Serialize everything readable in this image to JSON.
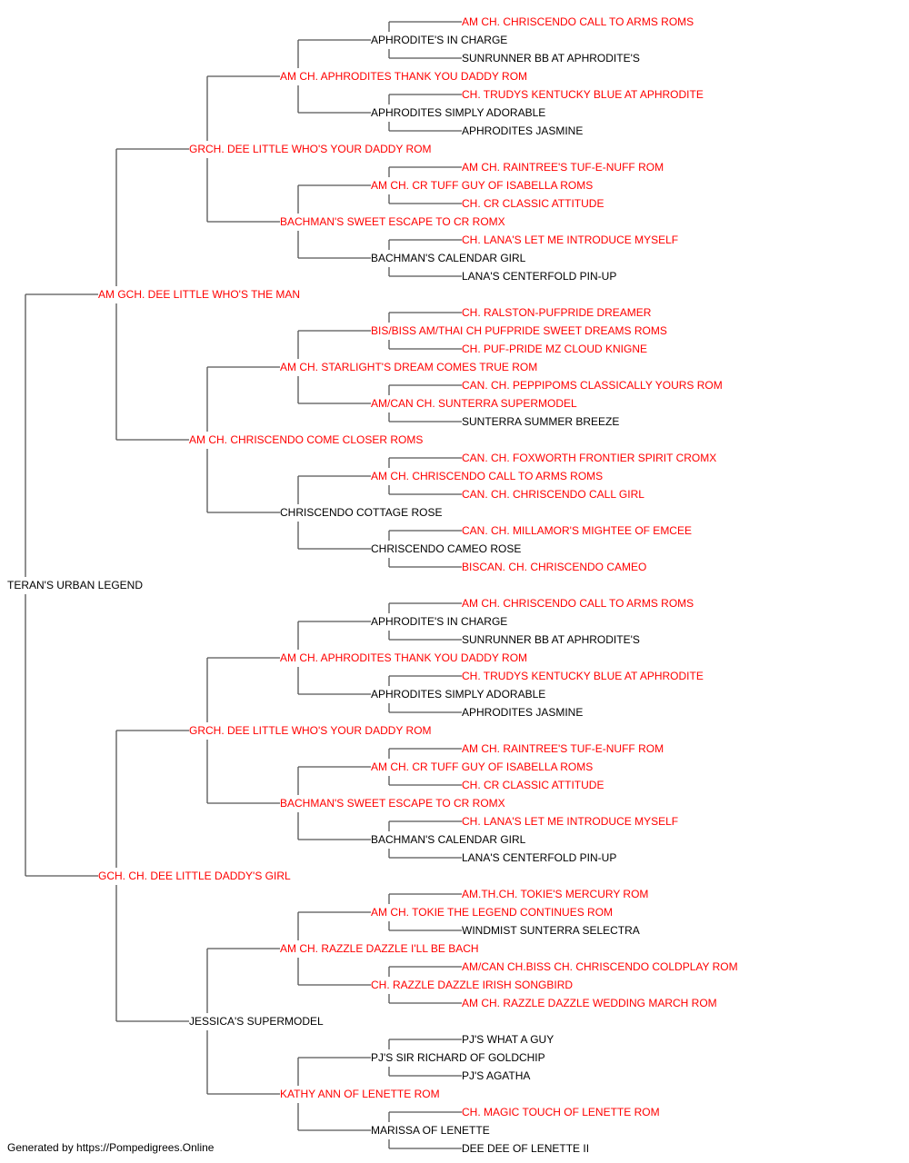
{
  "colors": {
    "champion": "#ff0000",
    "regular": "#000000",
    "line": "#555555"
  },
  "pedigree": {
    "name": "TERAN'S URBAN LEGEND",
    "champion": false,
    "sire": {
      "name": "AM GCH. DEE LITTLE WHO'S THE MAN",
      "champion": true,
      "sire": {
        "name": "GRCH. DEE LITTLE WHO'S YOUR DADDY ROM",
        "champion": true,
        "sire": {
          "name": "AM CH. APHRODITES THANK YOU DADDY ROM",
          "champion": true,
          "sire": {
            "name": "APHRODITE'S IN CHARGE",
            "champion": false,
            "sire": {
              "name": "AM CH. CHRISCENDO CALL TO ARMS ROMS",
              "champion": true
            },
            "dam": {
              "name": "SUNRUNNER BB AT APHRODITE'S",
              "champion": false
            }
          },
          "dam": {
            "name": "APHRODITES SIMPLY ADORABLE",
            "champion": false,
            "sire": {
              "name": "CH. TRUDYS KENTUCKY BLUE AT APHRODITE",
              "champion": true
            },
            "dam": {
              "name": "APHRODITES JASMINE",
              "champion": false
            }
          }
        },
        "dam": {
          "name": "BACHMAN'S SWEET ESCAPE TO CR ROMX",
          "champion": true,
          "sire": {
            "name": "AM CH. CR TUFF GUY OF ISABELLA ROMS",
            "champion": true,
            "sire": {
              "name": "AM CH. RAINTREE'S TUF-E-NUFF ROM",
              "champion": true
            },
            "dam": {
              "name": "CH. CR CLASSIC ATTITUDE",
              "champion": true
            }
          },
          "dam": {
            "name": "BACHMAN'S CALENDAR GIRL",
            "champion": false,
            "sire": {
              "name": "CH. LANA'S LET ME INTRODUCE MYSELF",
              "champion": true
            },
            "dam": {
              "name": "LANA'S CENTERFOLD PIN-UP",
              "champion": false
            }
          }
        }
      },
      "dam": {
        "name": "AM CH. CHRISCENDO COME CLOSER ROMS",
        "champion": true,
        "sire": {
          "name": "AM CH. STARLIGHT'S DREAM COMES TRUE ROM",
          "champion": true,
          "sire": {
            "name": "BIS/BISS AM/THAI CH PUFPRIDE SWEET DREAMS ROMS",
            "champion": true,
            "sire": {
              "name": "CH. RALSTON-PUFPRIDE DREAMER",
              "champion": true
            },
            "dam": {
              "name": "CH. PUF-PRIDE MZ CLOUD KNIGNE",
              "champion": true
            }
          },
          "dam": {
            "name": "AM/CAN CH. SUNTERRA SUPERMODEL",
            "champion": true,
            "sire": {
              "name": "CAN. CH. PEPPIPOMS CLASSICALLY YOURS ROM",
              "champion": true
            },
            "dam": {
              "name": "SUNTERRA SUMMER BREEZE",
              "champion": false
            }
          }
        },
        "dam": {
          "name": "CHRISCENDO COTTAGE ROSE",
          "champion": false,
          "sire": {
            "name": "AM CH. CHRISCENDO CALL TO ARMS ROMS",
            "champion": true,
            "sire": {
              "name": "CAN. CH. FOXWORTH FRONTIER SPIRIT CROMX",
              "champion": true
            },
            "dam": {
              "name": "CAN. CH. CHRISCENDO CALL GIRL",
              "champion": true
            }
          },
          "dam": {
            "name": "CHRISCENDO CAMEO ROSE",
            "champion": false,
            "sire": {
              "name": "CAN. CH. MILLAMOR'S MIGHTEE OF EMCEE",
              "champion": true
            },
            "dam": {
              "name": "BISCAN. CH. CHRISCENDO CAMEO",
              "champion": true
            }
          }
        }
      }
    },
    "dam": {
      "name": "GCH. CH. DEE LITTLE DADDY'S GIRL",
      "champion": true,
      "sire": {
        "name": "GRCH. DEE LITTLE WHO'S YOUR DADDY ROM",
        "champion": true,
        "sire": {
          "name": "AM CH. APHRODITES THANK YOU DADDY ROM",
          "champion": true,
          "sire": {
            "name": "APHRODITE'S IN CHARGE",
            "champion": false,
            "sire": {
              "name": "AM CH. CHRISCENDO CALL TO ARMS ROMS",
              "champion": true
            },
            "dam": {
              "name": "SUNRUNNER BB AT APHRODITE'S",
              "champion": false
            }
          },
          "dam": {
            "name": "APHRODITES SIMPLY ADORABLE",
            "champion": false,
            "sire": {
              "name": "CH. TRUDYS KENTUCKY BLUE AT APHRODITE",
              "champion": true
            },
            "dam": {
              "name": "APHRODITES JASMINE",
              "champion": false
            }
          }
        },
        "dam": {
          "name": "BACHMAN'S SWEET ESCAPE TO CR ROMX",
          "champion": true,
          "sire": {
            "name": "AM CH. CR TUFF GUY OF ISABELLA ROMS",
            "champion": true,
            "sire": {
              "name": "AM CH. RAINTREE'S TUF-E-NUFF ROM",
              "champion": true
            },
            "dam": {
              "name": "CH. CR CLASSIC ATTITUDE",
              "champion": true
            }
          },
          "dam": {
            "name": "BACHMAN'S CALENDAR GIRL",
            "champion": false,
            "sire": {
              "name": "CH. LANA'S LET ME INTRODUCE MYSELF",
              "champion": true
            },
            "dam": {
              "name": "LANA'S CENTERFOLD PIN-UP",
              "champion": false
            }
          }
        }
      },
      "dam": {
        "name": "JESSICA'S SUPERMODEL",
        "champion": false,
        "sire": {
          "name": "AM CH. RAZZLE DAZZLE I'LL BE BACH",
          "champion": true,
          "sire": {
            "name": "AM CH. TOKIE THE LEGEND CONTINUES ROM",
            "champion": true,
            "sire": {
              "name": "AM.TH.CH. TOKIE'S MERCURY ROM",
              "champion": true
            },
            "dam": {
              "name": "WINDMIST SUNTERRA SELECTRA",
              "champion": false
            }
          },
          "dam": {
            "name": "CH. RAZZLE DAZZLE IRISH SONGBIRD",
            "champion": true,
            "sire": {
              "name": "AM/CAN CH.BISS CH. CHRISCENDO COLDPLAY ROM",
              "champion": true
            },
            "dam": {
              "name": "AM CH. RAZZLE DAZZLE WEDDING MARCH ROM",
              "champion": true
            }
          }
        },
        "dam": {
          "name": "KATHY ANN OF LENETTE ROM",
          "champion": true,
          "sire": {
            "name": "PJ'S SIR RICHARD OF GOLDCHIP",
            "champion": false,
            "sire": {
              "name": "PJ'S WHAT A GUY",
              "champion": false
            },
            "dam": {
              "name": "PJ'S AGATHA",
              "champion": false
            }
          },
          "dam": {
            "name": "MARISSA OF LENETTE",
            "champion": false,
            "sire": {
              "name": "CH. MAGIC TOUCH OF LENETTE ROM",
              "champion": true
            },
            "dam": {
              "name": "DEE DEE OF LENETTE II",
              "champion": false
            }
          }
        }
      }
    }
  },
  "footer": {
    "credit": "Generated by https://Pompedigrees.Online"
  }
}
